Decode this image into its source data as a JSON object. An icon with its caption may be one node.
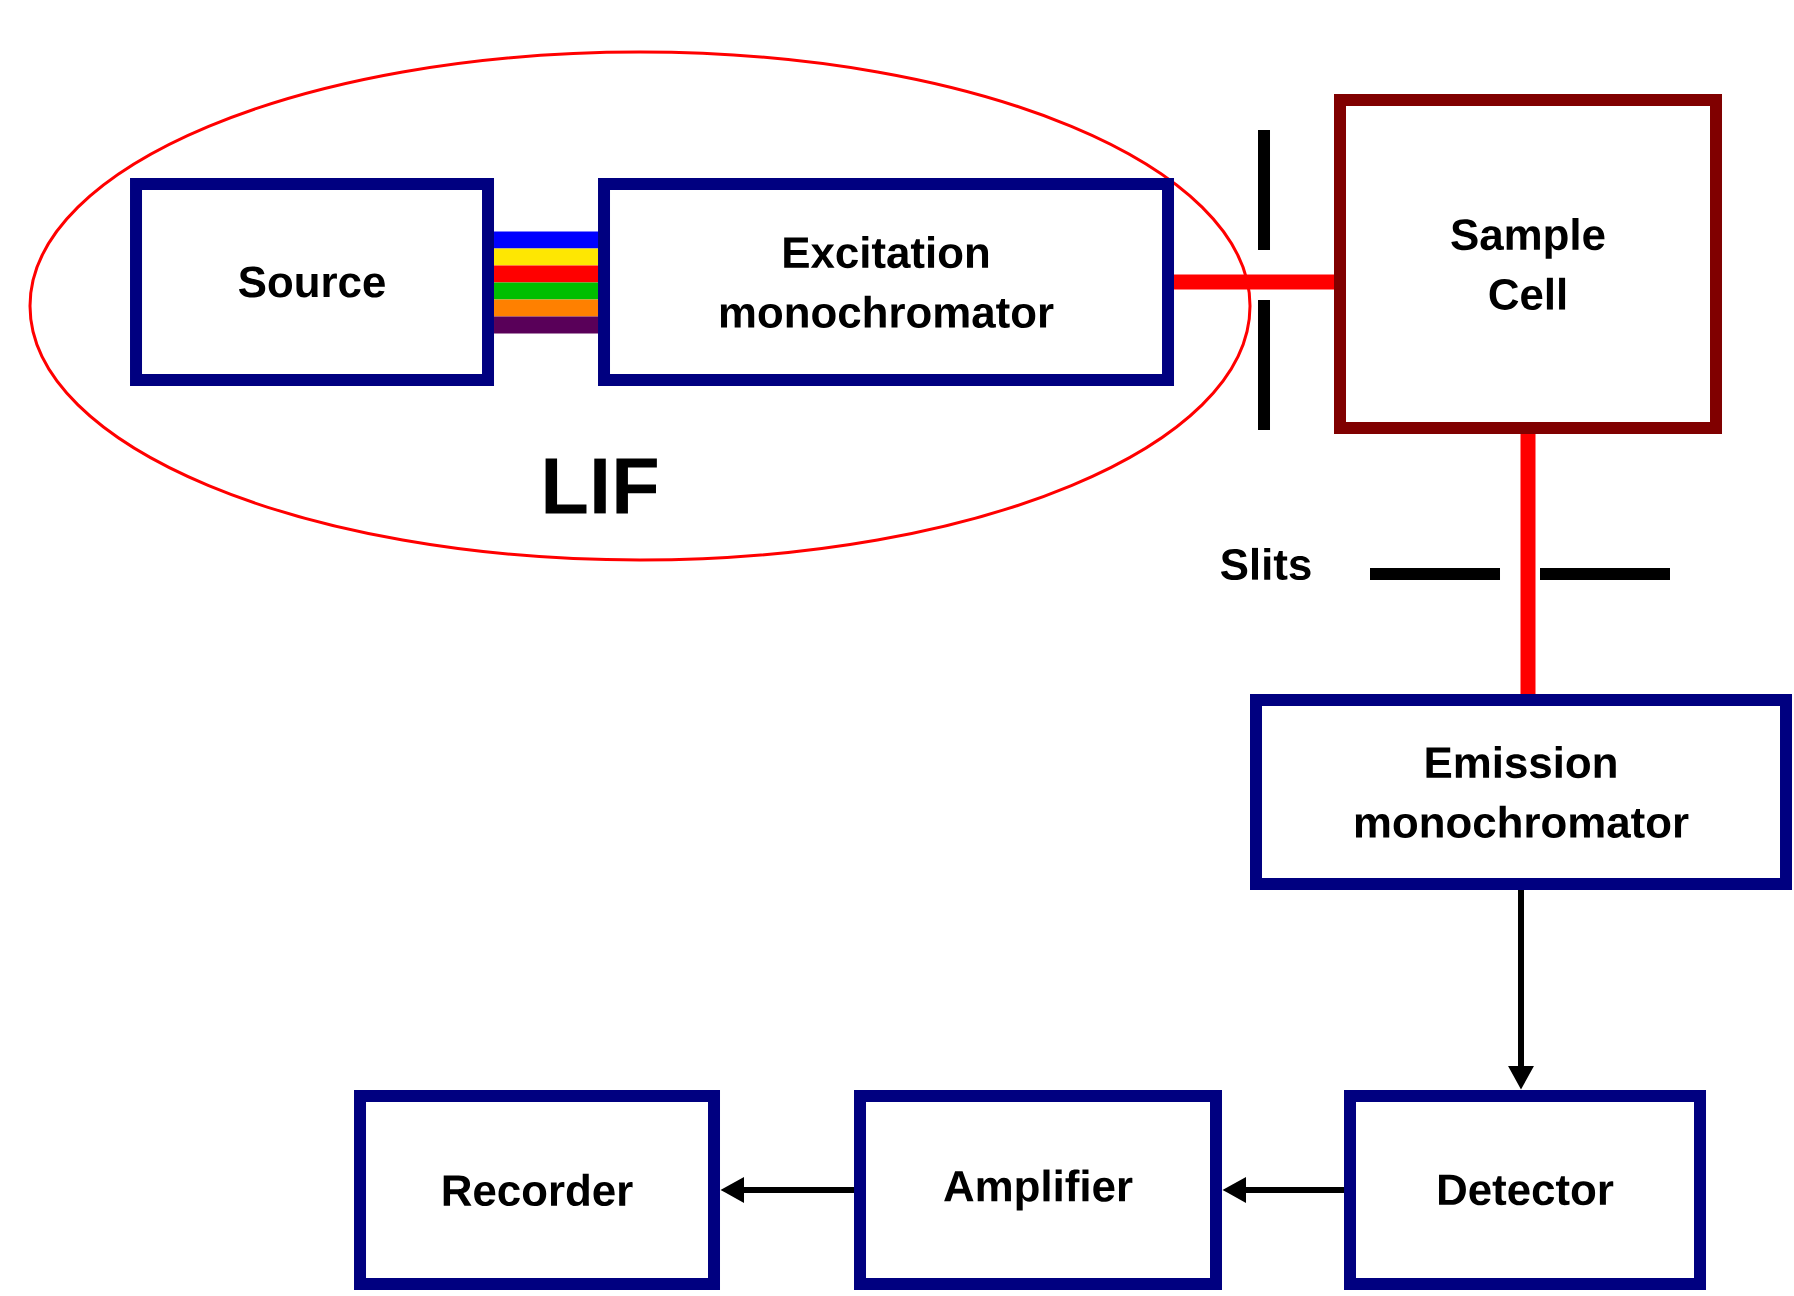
{
  "diagram": {
    "nodes": [
      {
        "text": [
          "LIF"
        ]
      },
      {
        "text": [
          "Source"
        ],
        "in": 0
      },
      {
        "text": [
          "Excitation monochromator"
        ],
        "in": 0
      },
      {
        "text": [
          "Sample Cell"
        ]
      },
      {
        "text": [
          "Emission monochromator"
        ]
      },
      {
        "text": [
          "Detector"
        ]
      },
      {
        "text": [
          "Amplifier"
        ]
      },
      {
        "text": [
          "Recorder"
        ]
      }
    ],
    "edges": [
      {
        "from": 1,
        "to": 2,
        "arrow": "none",
        "style": "thick",
        "color": "#0000ff"
      },
      {
        "from": 2,
        "to": 3,
        "arrow": "none",
        "style": "thick",
        "color": "#ff0000"
      },
      {
        "from": 3,
        "to": 4,
        "arrow": "none",
        "style": "thick",
        "color": "#ff0000"
      },
      {
        "from": 4,
        "to": 5,
        "arrow": "to"
      },
      {
        "from": 5,
        "to": 6,
        "arrow": "to"
      },
      {
        "from": 6,
        "to": 7,
        "arrow": "to"
      }
    ],
    "labels": [
      "Slits"
    ]
  }
}
